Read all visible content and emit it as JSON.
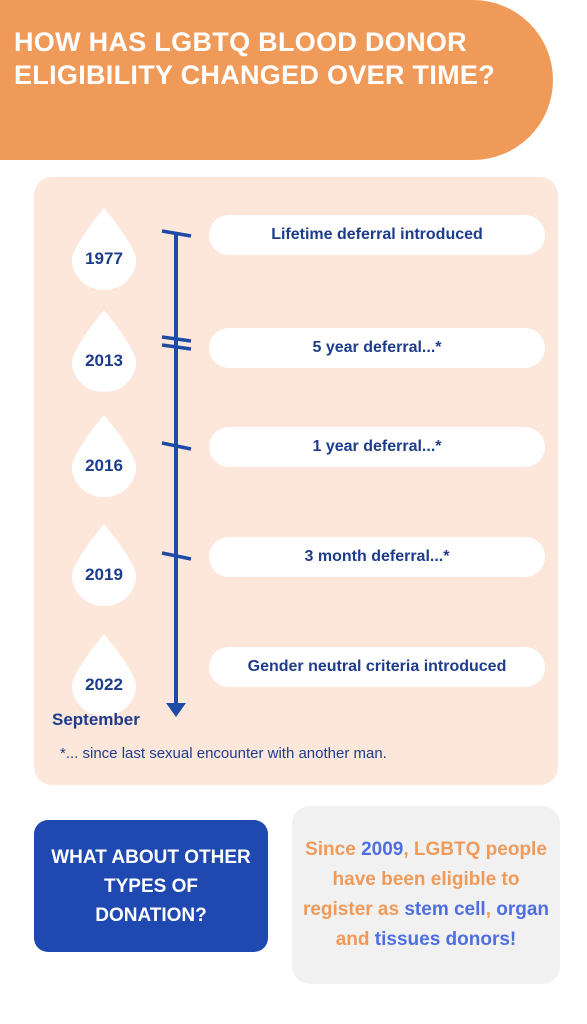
{
  "header": {
    "title": "HOW HAS LGBTQ BLOOD DONOR ELIGIBILITY CHANGED OVER TIME?"
  },
  "timeline": {
    "events": [
      {
        "year": "1977",
        "label": "Lifetime deferral introduced"
      },
      {
        "year": "2013",
        "label": "5 year deferral...*"
      },
      {
        "year": "2016",
        "label": "1 year deferral...*"
      },
      {
        "year": "2019",
        "label": "3 month deferral...*"
      },
      {
        "year": "2022",
        "label": "Gender neutral criteria introduced"
      }
    ],
    "end_label": "September",
    "footnote": "*... since last sexual encounter with another man."
  },
  "question_box": {
    "text": "WHAT ABOUT OTHER TYPES OF DONATION?"
  },
  "info_box": {
    "p1": "Since ",
    "p2": "2009",
    "p3": ", LGBTQ people have been eligible to register as ",
    "p4": "stem cell",
    "p5": ", ",
    "p6": "organ",
    "p7": " and ",
    "p8": "tissues donors!"
  },
  "colors": {
    "accent_orange": "#f09a5a",
    "navy": "#1e3c8c",
    "royal_blue": "#1f48b0",
    "light_blue": "#4f6fe0",
    "panel_peach": "#fce7da"
  }
}
